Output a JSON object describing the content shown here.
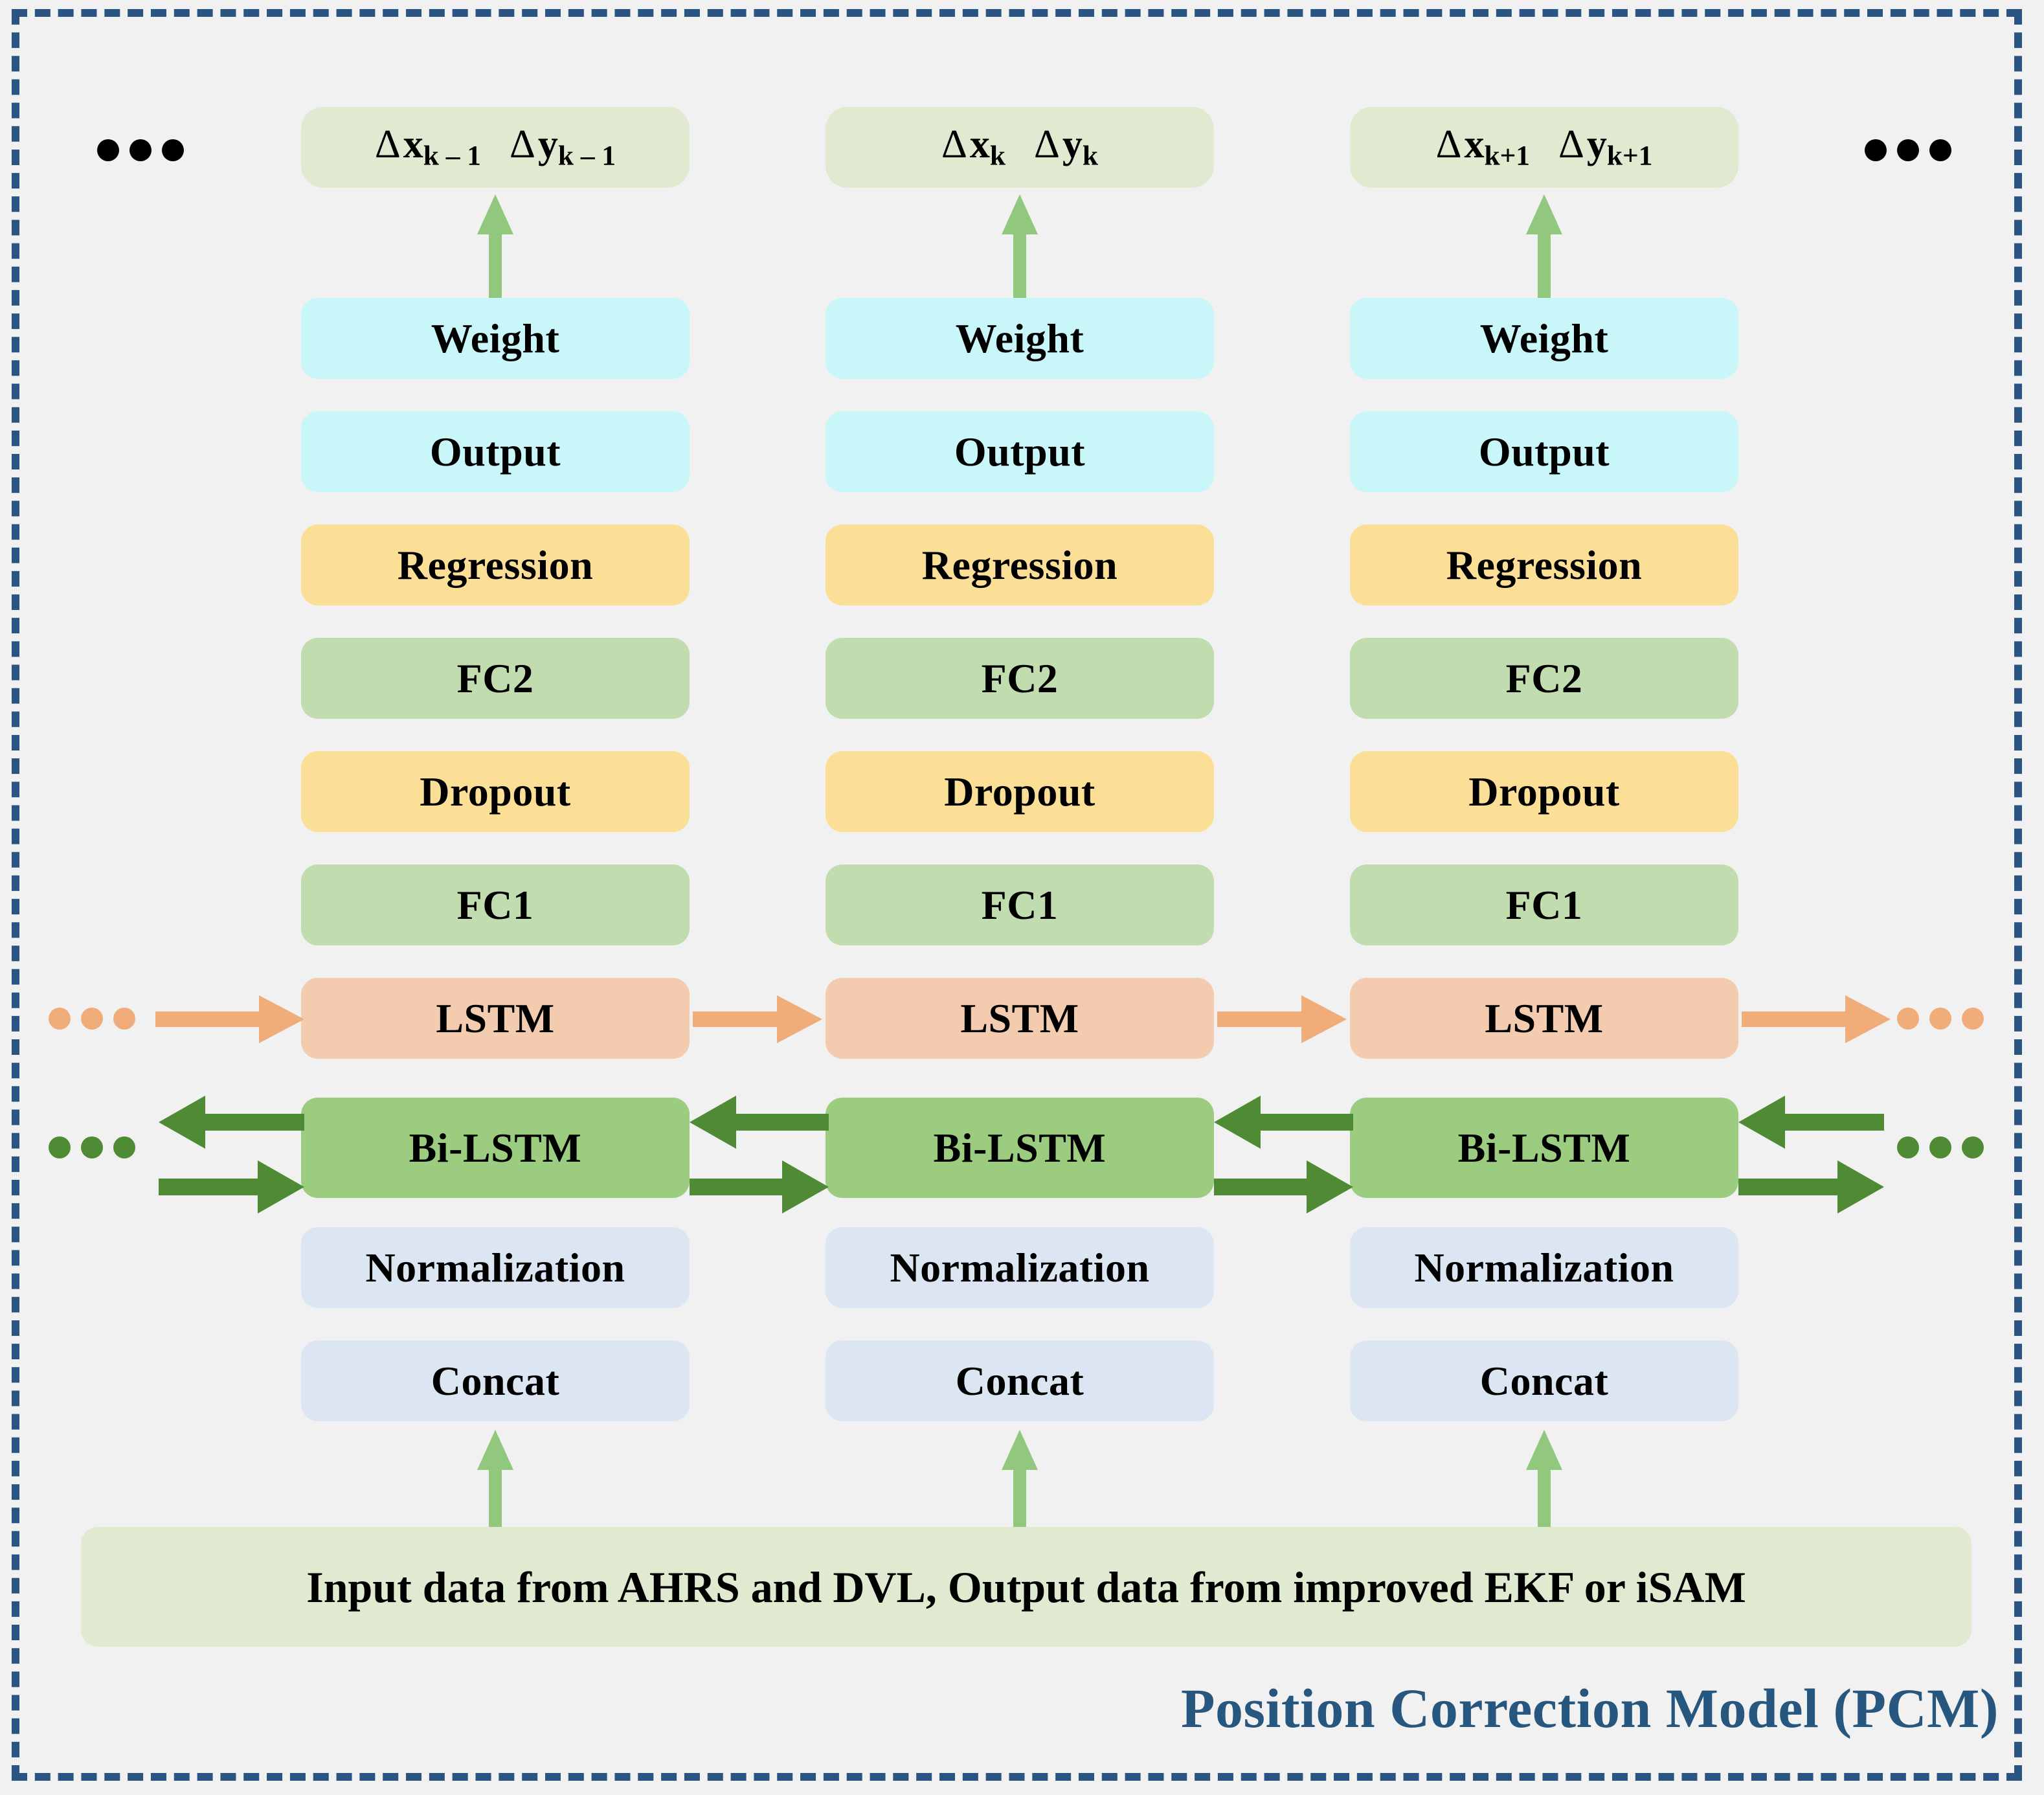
{
  "diagram": {
    "title": "Position Correction Model (PCM)",
    "frame_border_color": "#2a5481",
    "background_color": "#f1f1f1"
  },
  "outputs": [
    {
      "name": "output-k-minus-1",
      "dx_var": "x",
      "dx_sub": "k – 1",
      "dy_var": "y",
      "dy_sub": "k – 1",
      "delta": "Δ"
    },
    {
      "name": "output-k",
      "dx_var": "x",
      "dx_sub": "k",
      "dy_var": "y",
      "dy_sub": "k",
      "delta": "Δ"
    },
    {
      "name": "output-k-plus-1",
      "dx_var": "x",
      "dx_sub": "k+1",
      "dy_var": "y",
      "dy_sub": "k+1",
      "delta": "Δ"
    }
  ],
  "layers": [
    {
      "label": "Weight",
      "color": "#c9f7f9"
    },
    {
      "label": "Output",
      "color": "#c9f7f9"
    },
    {
      "label": "Regression",
      "color": "#fbdf96"
    },
    {
      "label": "FC2",
      "color": "#c1dcaf"
    },
    {
      "label": "Dropout",
      "color": "#fbdf96"
    },
    {
      "label": "FC1",
      "color": "#c1dcaf"
    },
    {
      "label": "LSTM",
      "color": "#f3cbaf"
    },
    {
      "label": "Bi-LSTM",
      "color": "#9bcc7f"
    },
    {
      "label": "Normalization",
      "color": "#dce6f3"
    },
    {
      "label": "Concat",
      "color": "#dce6f3"
    }
  ],
  "input_bar": {
    "text": "Input data from AHRS and DVL, Output data from improved EKF or iSAM",
    "color": "#dfead0"
  },
  "ellipses": {
    "top_left": "•••",
    "top_right": "•••",
    "lstm_left": "•••",
    "lstm_right": "•••",
    "bilstm_left": "•••",
    "bilstm_right": "•••"
  },
  "arrow_colors": {
    "output_up": "#92c87e",
    "input_up": "#92c87e",
    "lstm_forward": "#f0ad7a",
    "bilstm_forward": "#4f8a34",
    "bilstm_backward": "#4f8a34"
  }
}
